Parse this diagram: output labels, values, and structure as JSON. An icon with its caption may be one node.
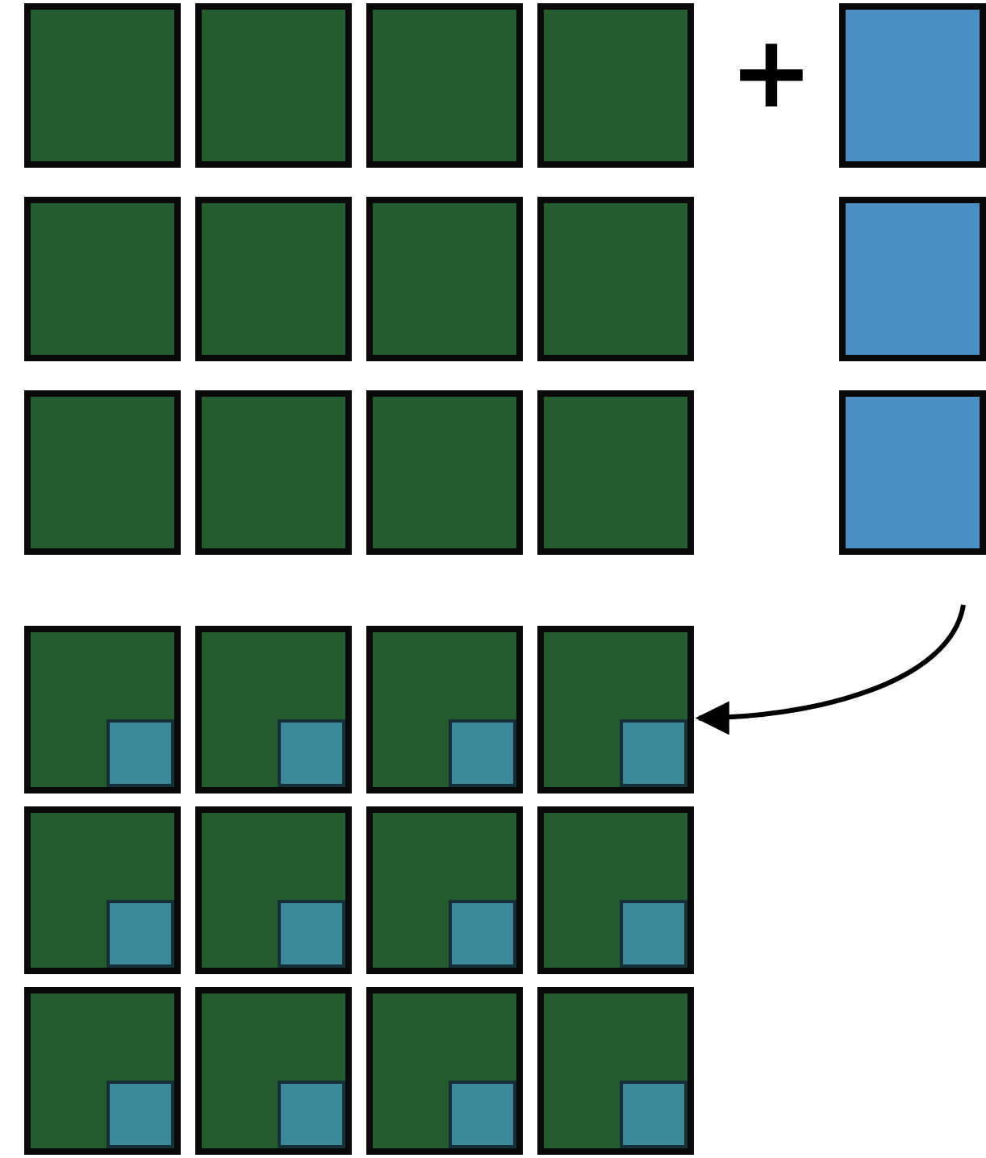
{
  "diagram": {
    "nodes": [
      {
        "text": [],
        "shape": "box"
      },
      {
        "text": [],
        "shape": "box"
      },
      {
        "text": [],
        "shape": "box"
      },
      {
        "text": [],
        "shape": "box"
      },
      {
        "text": [],
        "shape": "box"
      },
      {
        "text": [],
        "shape": "box"
      },
      {
        "text": [],
        "shape": "box"
      },
      {
        "text": [],
        "shape": "box"
      },
      {
        "text": [],
        "shape": "box"
      },
      {
        "text": [],
        "shape": "box"
      },
      {
        "text": [],
        "shape": "box"
      },
      {
        "text": [],
        "shape": "box"
      },
      {
        "text": [],
        "shape": "box"
      },
      {
        "text": [],
        "shape": "box"
      },
      {
        "text": [],
        "shape": "box"
      },
      {
        "text": [],
        "shape": "box"
      },
      {
        "text": [],
        "shape": "box"
      },
      {
        "text": [],
        "shape": "box"
      },
      {
        "text": [],
        "shape": "box"
      },
      {
        "text": [],
        "shape": "box"
      },
      {
        "text": [],
        "shape": "box"
      },
      {
        "text": [],
        "shape": "box"
      },
      {
        "text": [],
        "shape": "box"
      },
      {
        "text": [],
        "shape": "box"
      },
      {
        "text": [],
        "shape": "box"
      },
      {
        "text": [],
        "shape": "box"
      },
      {
        "text": [],
        "shape": "box"
      }
    ],
    "edges": [
      {
        "from": null,
        "to": 18,
        "arrow": "to"
      }
    ],
    "labels": [
      "+"
    ]
  }
}
